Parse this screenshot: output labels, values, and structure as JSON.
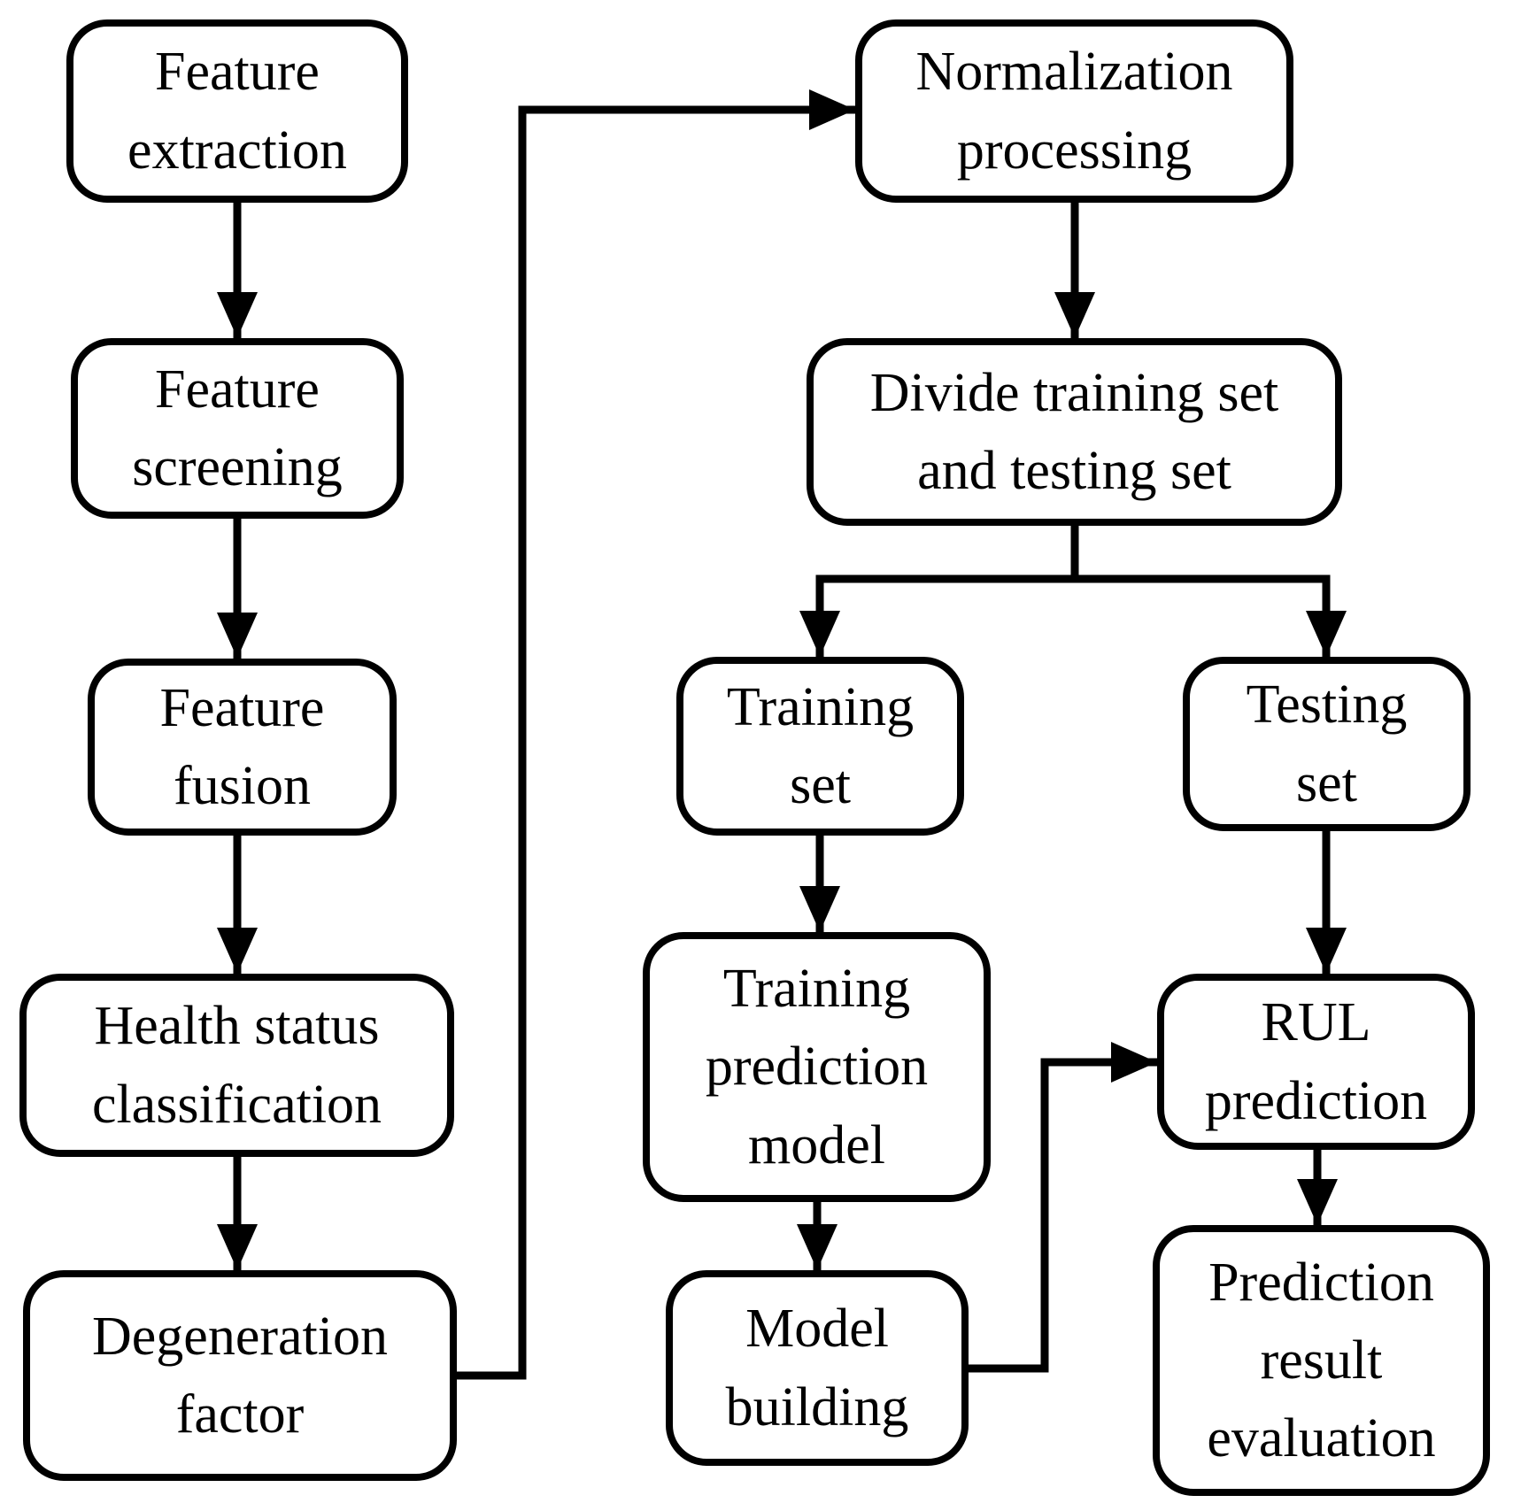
{
  "diagram": {
    "type": "flowchart",
    "colors": {
      "background": "#ffffff",
      "line": "#000000",
      "node_border": "#000000",
      "node_fill": "#ffffff",
      "text": "#000000"
    },
    "nodes": {
      "feature_extraction": {
        "label": "Feature\nextraction"
      },
      "feature_screening": {
        "label": "Feature\nscreening"
      },
      "feature_fusion": {
        "label": "Feature\nfusion"
      },
      "health_status_classification": {
        "label": "Health status\nclassification"
      },
      "degeneration_factor": {
        "label": "Degeneration\nfactor"
      },
      "normalization_processing": {
        "label": "Normalization\nprocessing"
      },
      "divide_training_testing": {
        "label": "Divide training set\nand testing set"
      },
      "training_set": {
        "label": "Training\nset"
      },
      "testing_set": {
        "label": "Testing\nset"
      },
      "training_prediction_model": {
        "label": "Training\nprediction\nmodel"
      },
      "model_building": {
        "label": "Model\nbuilding"
      },
      "rul_prediction": {
        "label": "RUL\nprediction"
      },
      "prediction_result_evaluation": {
        "label": "Prediction\nresult\nevaluation"
      }
    },
    "edges": [
      {
        "from": "feature_extraction",
        "to": "feature_screening"
      },
      {
        "from": "feature_screening",
        "to": "feature_fusion"
      },
      {
        "from": "feature_fusion",
        "to": "health_status_classification"
      },
      {
        "from": "health_status_classification",
        "to": "degeneration_factor"
      },
      {
        "from": "degeneration_factor",
        "to": "normalization_processing"
      },
      {
        "from": "normalization_processing",
        "to": "divide_training_testing"
      },
      {
        "from": "divide_training_testing",
        "to": "training_set"
      },
      {
        "from": "divide_training_testing",
        "to": "testing_set"
      },
      {
        "from": "training_set",
        "to": "training_prediction_model"
      },
      {
        "from": "training_prediction_model",
        "to": "model_building"
      },
      {
        "from": "model_building",
        "to": "rul_prediction"
      },
      {
        "from": "testing_set",
        "to": "rul_prediction"
      },
      {
        "from": "rul_prediction",
        "to": "prediction_result_evaluation"
      }
    ]
  }
}
